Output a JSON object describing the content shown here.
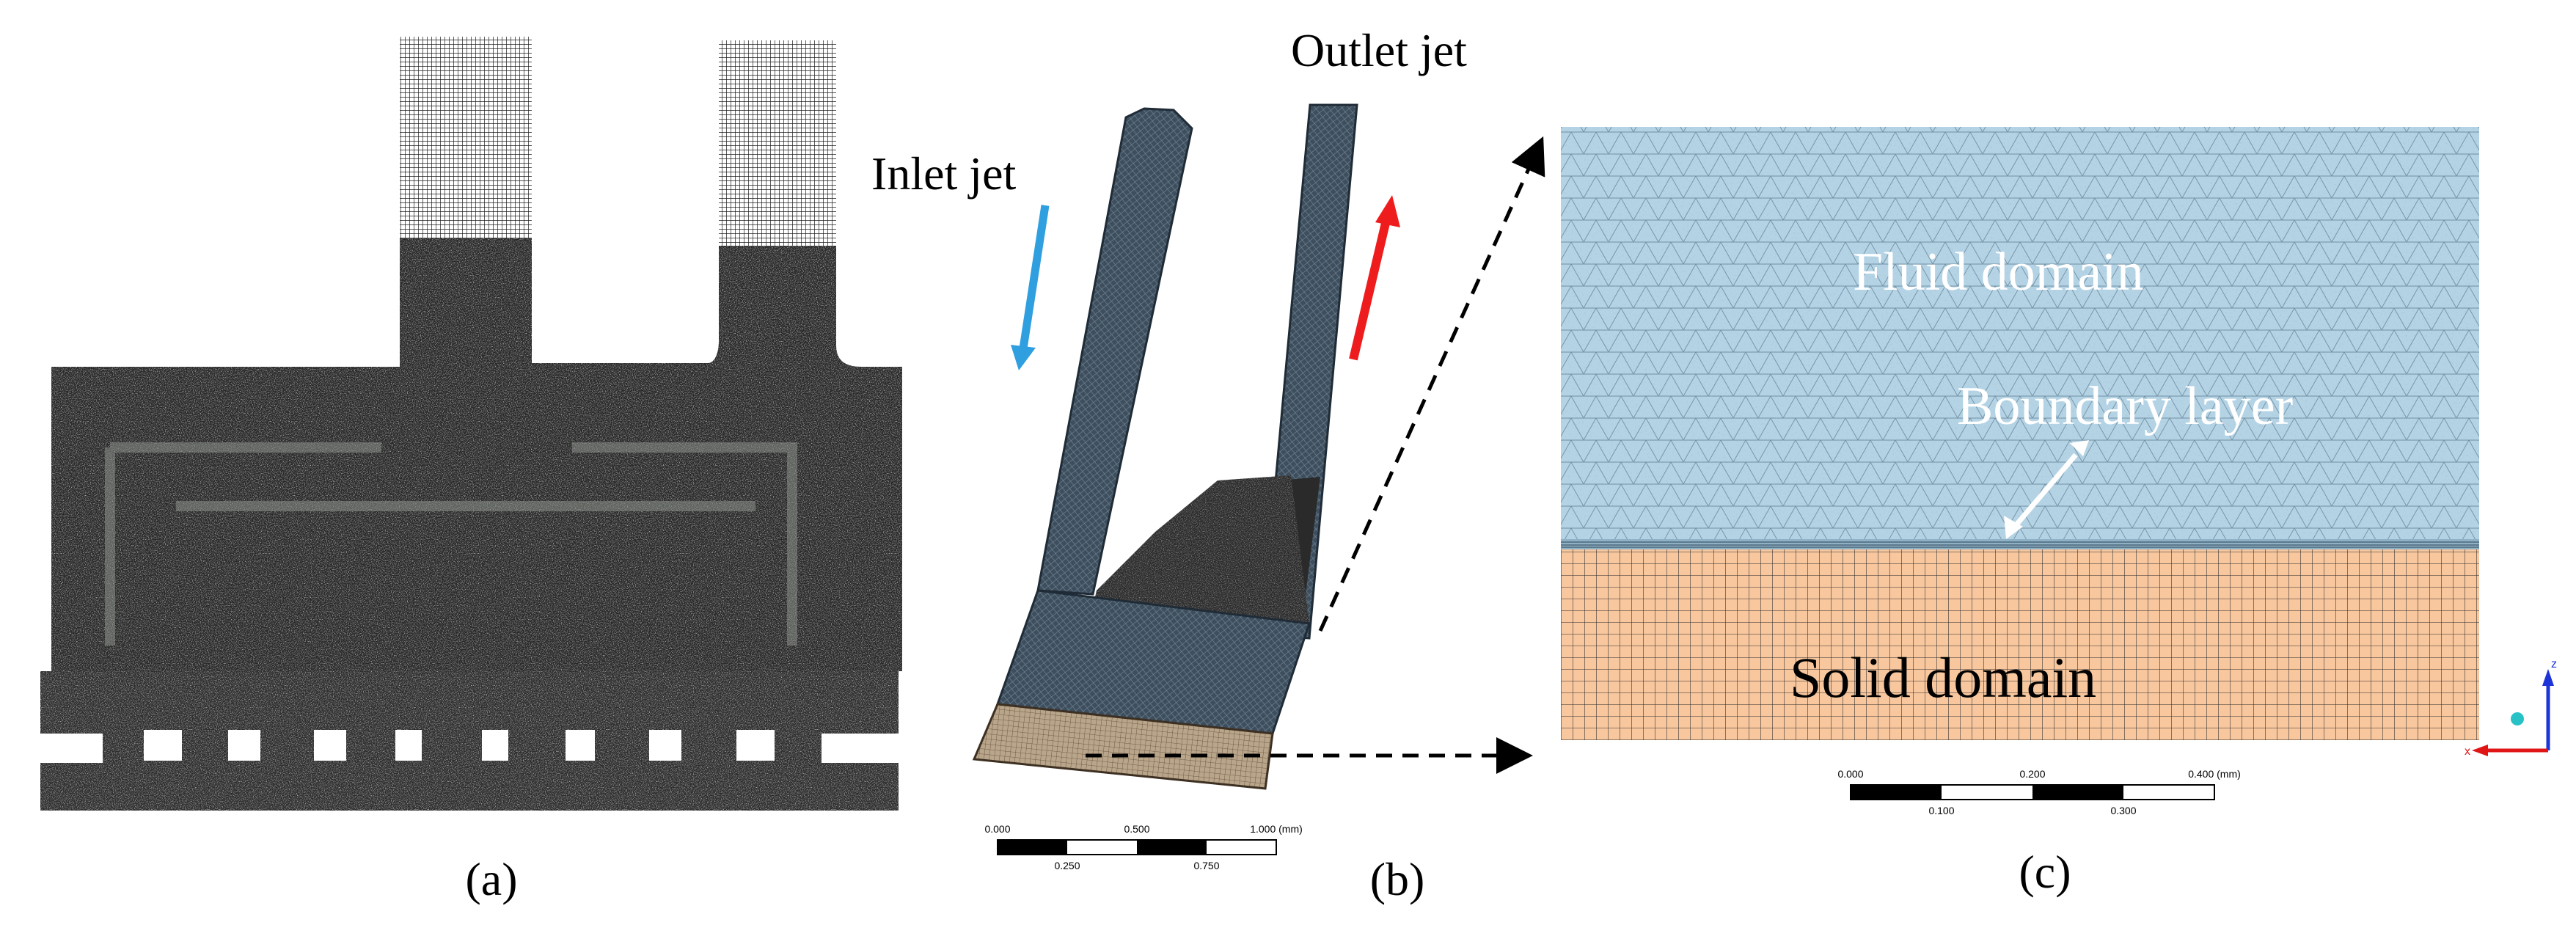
{
  "panels": {
    "a": {
      "caption": "(a)"
    },
    "b": {
      "caption": "(b)",
      "inlet_label": "Inlet jet",
      "outlet_label": "Outlet jet",
      "inlet_arrow_color": "#2f9fe0",
      "outlet_arrow_color": "#ee1c1c",
      "scale_bar": {
        "top_ticks": [
          "0.000",
          "0.500",
          "1.000 (mm)"
        ],
        "bottom_ticks": [
          "0.250",
          "0.750"
        ]
      }
    },
    "c": {
      "caption": "(c)",
      "fluid_label": "Fluid domain",
      "boundary_label": "Boundary layer",
      "solid_label": "Solid domain",
      "fluid_color": "#b4d5e6",
      "solid_color": "#f8c79e",
      "scale_bar": {
        "top_ticks": [
          "0.000",
          "0.200",
          "0.400 (mm)"
        ],
        "bottom_ticks": [
          "0.100",
          "0.300"
        ]
      },
      "axis_triad": {
        "z": "z",
        "x": "x"
      }
    }
  },
  "colors": {
    "mesh_dark": "#262626",
    "mesh_line": "#d8d8d8",
    "mesh_b": "#44525d",
    "substrate_b": "#b9a58a"
  }
}
